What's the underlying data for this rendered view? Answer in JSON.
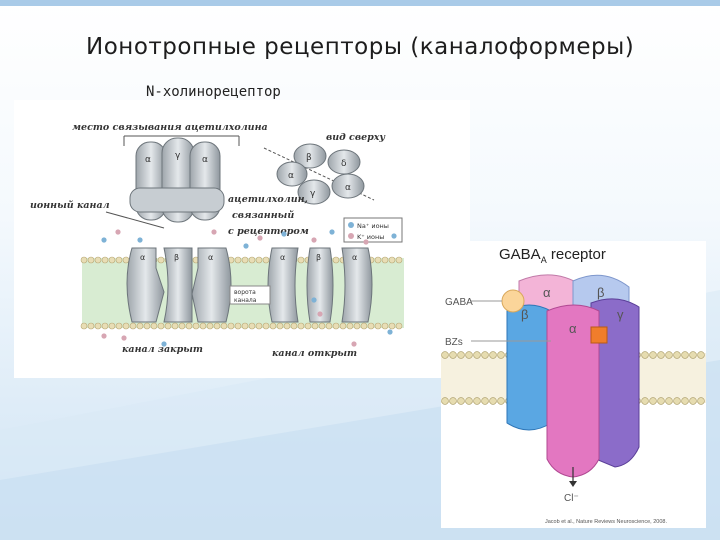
{
  "slide": {
    "title": "Ионотропные рецепторы (каналоформеры)",
    "subtitle": "N-холинорецептор"
  },
  "nicotinic_figure": {
    "labels": {
      "binding_site": "место связывания ацетилхолина",
      "top_view": "вид сверху",
      "ion_channel": "ионный канал",
      "ach_bound": [
        "ацетилхолин,",
        "связанный",
        "с рецептором"
      ],
      "channel_closed": "канал закрыт",
      "channel_open": "канал открыт",
      "gate": [
        "ворота",
        "канала"
      ],
      "legend_na": "Na⁺ ионы",
      "legend_k": "K⁺ ионы"
    },
    "subunits": {
      "alpha": "α",
      "gamma": "γ",
      "beta": "β",
      "delta": "δ"
    }
  },
  "gaba_figure": {
    "title_main": "GABA",
    "title_sub": "A",
    "title_rest": " receptor",
    "label_gaba": "GABA",
    "label_bzs": "BZs",
    "label_cl": "Cl⁻",
    "subunits": {
      "alpha_top": "α",
      "beta_top": "β",
      "beta_left": "β",
      "alpha_front": "α",
      "gamma": "γ"
    },
    "citation": "Jacob et al., Nature Reviews Neuroscience, 2008."
  },
  "colors": {
    "accent_blue": "#8fc3e6",
    "gaba_orange": "#f07d2b",
    "alpha_pink": "#d24fa8",
    "beta_blue": "#4f8fd6",
    "gamma_purple": "#7350b5"
  }
}
